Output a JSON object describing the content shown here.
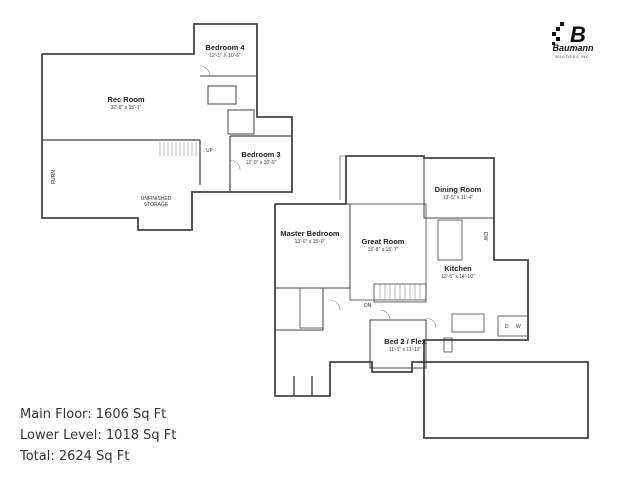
{
  "brand": {
    "logo_mark": "B",
    "name": "Baumann",
    "sub": "BUILDERS INC."
  },
  "stats": [
    "Main Floor: 1606 Sq Ft",
    "Lower Level: 1018 Sq Ft",
    "Total: 2624 Sq Ft"
  ],
  "lower_level": {
    "bedroom4": {
      "name": "Bedroom 4",
      "dims": "12'-1\" X 10'-6\""
    },
    "rec_room": {
      "name": "Rec Room",
      "dims": "32'-8\" x 15'-1\""
    },
    "bedroom3": {
      "name": "Bedroom 3",
      "dims": "12'-0\" x 10'-9\""
    },
    "furn": "FURN",
    "storage_line1": "UNFINISHED",
    "storage_line2": "STORAGE",
    "up": "UP"
  },
  "main_floor": {
    "dining": {
      "name": "Dining Room",
      "dims": "13'-5\" x 11'-4\""
    },
    "master": {
      "name": "Master Bedroom",
      "dims": "13'-0\" x 15'-0\""
    },
    "great": {
      "name": "Great Room",
      "dims": "16'-8\" x 15'-7\""
    },
    "kitchen": {
      "name": "Kitchen",
      "dims": "13'-5\" x 14'-10\""
    },
    "bed2": {
      "name": "Bed 2 / Flex",
      "dims": "11'-1\" x 11'-11\""
    },
    "dn": "DN",
    "dw": "DW",
    "dryer": "D",
    "washer": "W"
  }
}
